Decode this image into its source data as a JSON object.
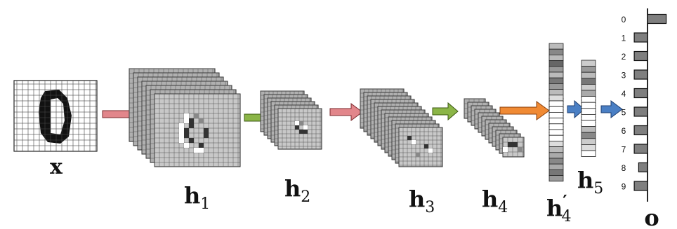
{
  "labels": {
    "input": "x",
    "h1": "h",
    "h1_sub": "1",
    "h2": "h",
    "h2_sub": "2",
    "h3": "h",
    "h3_sub": "3",
    "h4": "h",
    "h4_sub": "4",
    "h4p": "h",
    "h4p_sub": "4",
    "h4p_prime": "′",
    "h5": "h",
    "h5_sub": "5",
    "output": "o"
  },
  "output_classes": [
    "0",
    "1",
    "2",
    "3",
    "4",
    "5",
    "6",
    "7",
    "8",
    "9"
  ],
  "output_bar_values": [
    0.95,
    0.45,
    0.45,
    0.45,
    0.45,
    0.45,
    0.45,
    0.45,
    0.3,
    0.45
  ],
  "colors": {
    "arrow_red": "#e2868b",
    "arrow_green": "#8bb547",
    "arrow_orange": "#f08a34",
    "arrow_blue": "#4a7fc4",
    "cell_light": "#c8c8c8",
    "cell_dark": "#555555",
    "grid_line": "#333333"
  },
  "flat_h4p_shades": [
    "#bbb",
    "#888",
    "#bbb",
    "#666",
    "#999",
    "#bbb",
    "#777",
    "#999",
    "#bbb",
    "#ddd",
    "#fff",
    "#fff",
    "#fff",
    "#fff",
    "#fff",
    "#fff",
    "#fff",
    "#ddd",
    "#bbb",
    "#aaa",
    "#888",
    "#aaa",
    "#777",
    "#999"
  ],
  "flat_h5_shades": [
    "#ccc",
    "#999",
    "#bbb",
    "#777",
    "#ccc",
    "#aaa",
    "#fff",
    "#fff",
    "#fff",
    "#fff",
    "#fff",
    "#bbb",
    "#888",
    "#ccc",
    "#ddd",
    "#fff"
  ]
}
